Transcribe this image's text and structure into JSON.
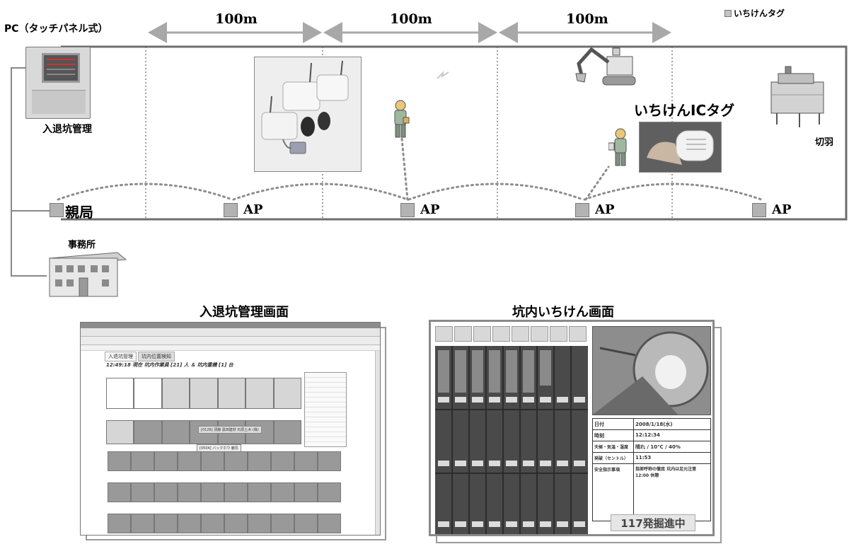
{
  "header": {
    "pc_label": "PC（タッチパネル式）",
    "distances": [
      "100m",
      "100m",
      "100m"
    ],
    "legend_label": "いちけんタグ"
  },
  "nodes": {
    "entry_exit": "入退坑管理",
    "base_station": "親局",
    "ap_labels": [
      "AP",
      "AP",
      "AP",
      "AP"
    ],
    "office": "事務所",
    "face": "切羽",
    "ic_tag_title": "いちけんICタグ"
  },
  "screens": {
    "left_title": "入退坑管理画面",
    "right_title": "坑内いちけん画面",
    "left_tabs": [
      "入退坑管理",
      "坑内位置検知"
    ],
    "left_heading": "12:49:18 現在 坑内作業員 [21] 人 ＆ 坑内重機 [1] 台",
    "left_popup_1": "[0126] 須藤 黒田建材 石原土木 (株)",
    "left_popup_2": "[0504] バックホウ 鹿島",
    "right_table": [
      {
        "k": "日付",
        "v": "2008/1/18(水)"
      },
      {
        "k": "時刻",
        "v": "12:12:34"
      },
      {
        "k": "天候・気温・湿度",
        "v": "晴れ / 10℃ / 40%"
      },
      {
        "k": "発破（セントル）",
        "v": "11:53"
      },
      {
        "k": "安全指示事項",
        "v": "指差呼称の徹底 坑内は足元注意 12:00 休憩"
      }
    ],
    "right_status": "117発掘進中"
  },
  "colors": {
    "arrow": "#a8a8a8",
    "tunnel_line": "#6e6e6e",
    "dotted_link": "#8c8c8c",
    "ap_box": "#b3b3b3"
  }
}
